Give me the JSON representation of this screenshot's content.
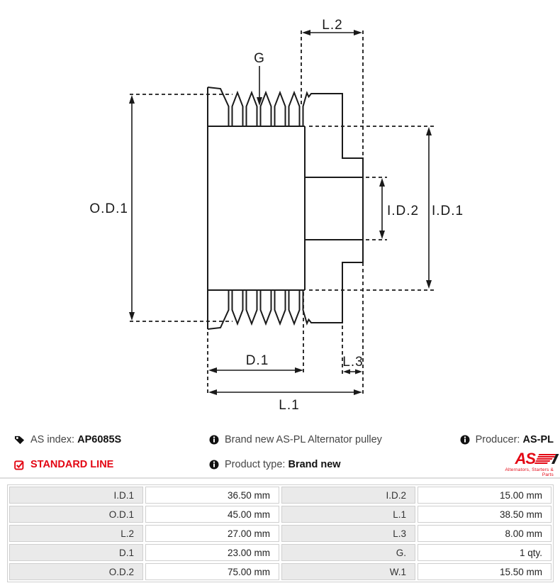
{
  "diagram": {
    "labels": {
      "od1": "O.D.1",
      "id1": "I.D.1",
      "id2": "I.D.2",
      "l1": "L.1",
      "l2": "L.2",
      "l3": "L.3",
      "d1": "D.1",
      "g": "G"
    },
    "line_color": "#1a1a1a"
  },
  "info": {
    "as_index": {
      "label": "AS index:",
      "value": "AP6085S"
    },
    "standard_line": "STANDARD LINE",
    "description": "Brand new AS-PL Alternator pulley",
    "product_type": {
      "label": "Product type:",
      "value": "Brand new"
    },
    "producer": {
      "label": "Producer:",
      "value": "AS-PL"
    },
    "logo": {
      "text": "AS",
      "tagline": "Alternators, Starters & Parts"
    },
    "accent_red": "#e30613"
  },
  "specs": {
    "rows": [
      {
        "left_label": "I.D.1",
        "left_value": "36.50 mm",
        "right_label": "I.D.2",
        "right_value": "15.00 mm"
      },
      {
        "left_label": "O.D.1",
        "left_value": "45.00 mm",
        "right_label": "L.1",
        "right_value": "38.50 mm"
      },
      {
        "left_label": "L.2",
        "left_value": "27.00 mm",
        "right_label": "L.3",
        "right_value": "8.00 mm"
      },
      {
        "left_label": "D.1",
        "left_value": "23.00 mm",
        "right_label": "G.",
        "right_value": "1 qty."
      },
      {
        "left_label": "O.D.2",
        "left_value": "75.00 mm",
        "right_label": "W.1",
        "right_value": "15.50 mm"
      }
    ]
  }
}
